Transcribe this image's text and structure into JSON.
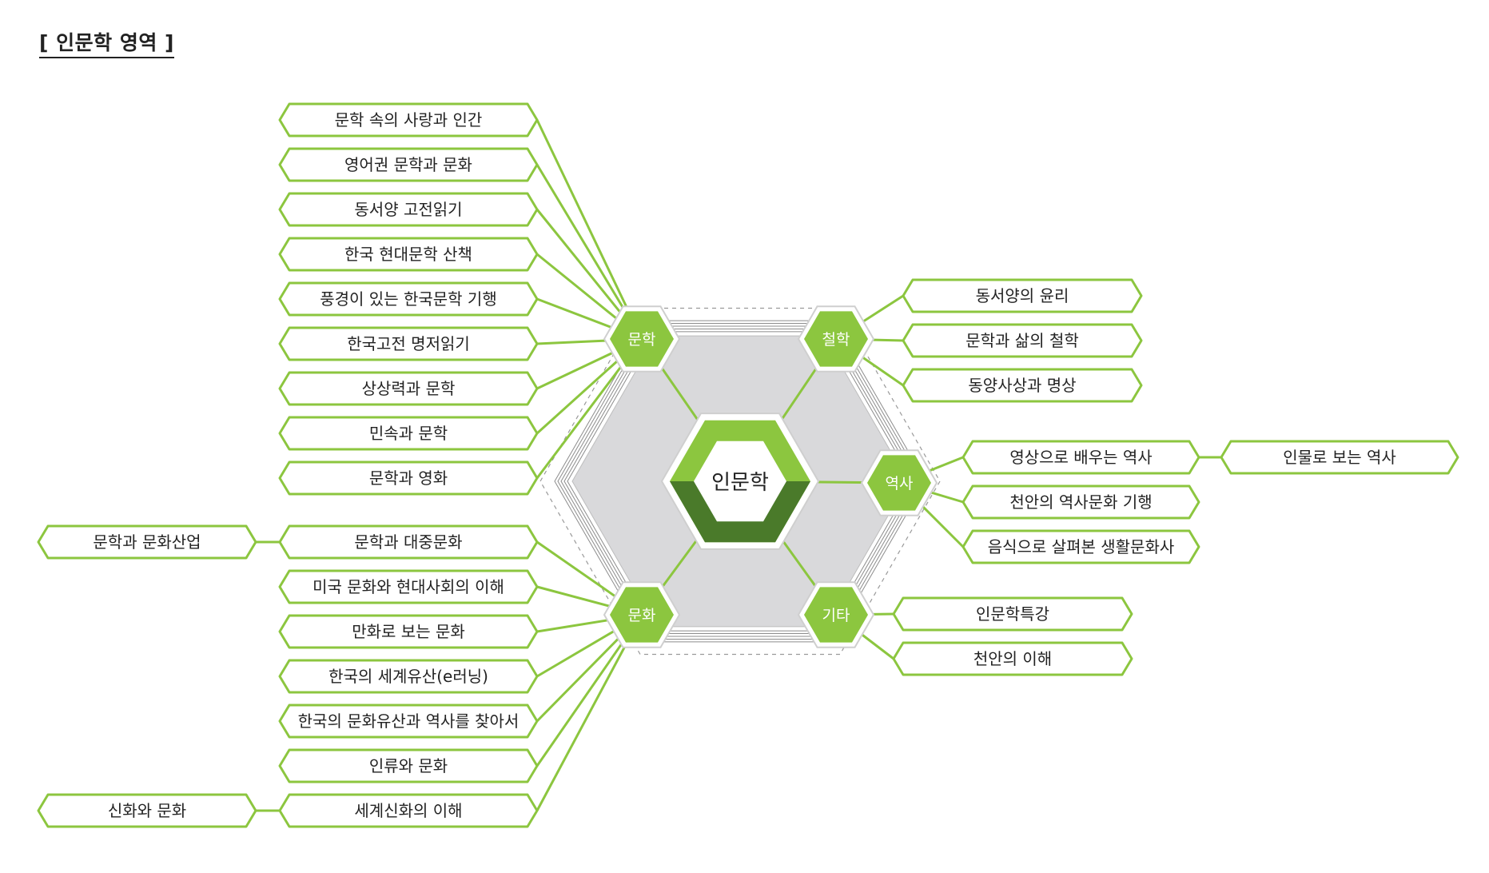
{
  "title": "[ 인문학 영역 ]",
  "colors": {
    "accent": "#8cc63f",
    "dark_green": "#4a7a2a",
    "grey": "#d9d9db",
    "text": "#222222"
  },
  "center": {
    "label": "인문학"
  },
  "nodes": [
    {
      "id": "munhak",
      "label": "문학"
    },
    {
      "id": "cheolhak",
      "label": "철학"
    },
    {
      "id": "yeoksa",
      "label": "역사"
    },
    {
      "id": "munhwa",
      "label": "문화"
    },
    {
      "id": "gita",
      "label": "기타"
    }
  ],
  "items": [
    {
      "id": "L1",
      "label": "문학 속의 사랑과 인간",
      "node": "munhak"
    },
    {
      "id": "L2",
      "label": "영어권 문학과 문화",
      "node": "munhak"
    },
    {
      "id": "L3",
      "label": "동서양 고전읽기",
      "node": "munhak"
    },
    {
      "id": "L4",
      "label": "한국 현대문학 산책",
      "node": "munhak"
    },
    {
      "id": "L5",
      "label": "풍경이 있는 한국문학 기행",
      "node": "munhak"
    },
    {
      "id": "L6",
      "label": "한국고전 명저읽기",
      "node": "munhak"
    },
    {
      "id": "L7",
      "label": "상상력과 문학",
      "node": "munhak"
    },
    {
      "id": "L8",
      "label": "민속과 문학",
      "node": "munhak"
    },
    {
      "id": "L9",
      "label": "문학과 영화",
      "node": "munhak"
    },
    {
      "id": "C1",
      "label": "문학과 대중문화",
      "node": "munhwa"
    },
    {
      "id": "C2",
      "label": "미국 문화와 현대사회의 이해",
      "node": "munhwa"
    },
    {
      "id": "C3",
      "label": "만화로 보는 문화",
      "node": "munhwa"
    },
    {
      "id": "C4",
      "label": "한국의 세계유산(e러닝)",
      "node": "munhwa"
    },
    {
      "id": "C5",
      "label": "한국의 문화유산과 역사를 찾아서",
      "node": "munhwa"
    },
    {
      "id": "C6",
      "label": "인류와 문화",
      "node": "munhwa"
    },
    {
      "id": "C7",
      "label": "세계신화의 이해",
      "node": "munhwa"
    },
    {
      "id": "X1",
      "label": "문학과 문화산업",
      "node": "C1"
    },
    {
      "id": "X2",
      "label": "신화와 문화",
      "node": "C7"
    },
    {
      "id": "P1",
      "label": "동서양의 윤리",
      "node": "cheolhak"
    },
    {
      "id": "P2",
      "label": "문학과 삶의 철학",
      "node": "cheolhak"
    },
    {
      "id": "P3",
      "label": "동양사상과 명상",
      "node": "cheolhak"
    },
    {
      "id": "H1",
      "label": "영상으로 배우는 역사",
      "node": "yeoksa"
    },
    {
      "id": "H1b",
      "label": "인물로 보는 역사",
      "node": "H1"
    },
    {
      "id": "H2",
      "label": "천안의 역사문화 기행",
      "node": "yeoksa"
    },
    {
      "id": "H3",
      "label": "음식으로 살펴본 생활문화사",
      "node": "yeoksa"
    },
    {
      "id": "E1",
      "label": "인문학특강",
      "node": "gita"
    },
    {
      "id": "E2",
      "label": "천안의 이해",
      "node": "gita"
    }
  ]
}
